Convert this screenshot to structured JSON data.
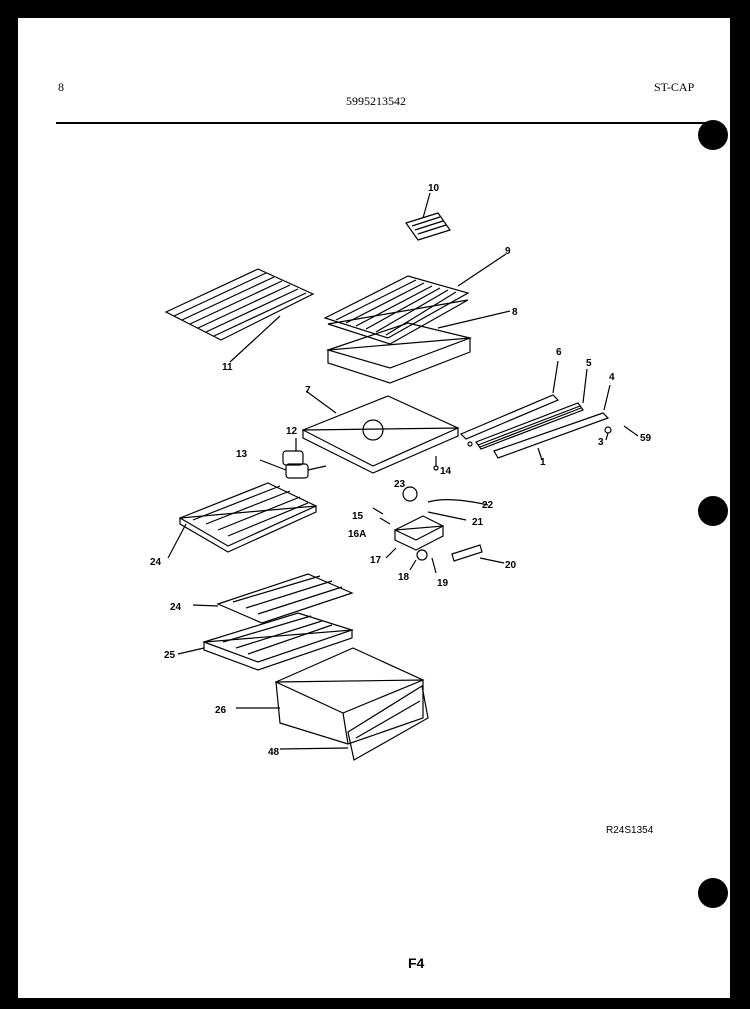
{
  "header": {
    "page_num": "8",
    "part_number": "5995213542",
    "model_code": "ST-CAP"
  },
  "footer": {
    "diagram_code": "R24S1354",
    "figure": "F4"
  },
  "callouts": [
    "10",
    "9",
    "11",
    "8",
    "7",
    "6",
    "5",
    "4",
    "3",
    "59",
    "1",
    "12",
    "13",
    "14",
    "23",
    "22",
    "15",
    "16A",
    "21",
    "17",
    "18",
    "19",
    "20",
    "24",
    "24",
    "25",
    "26",
    "48"
  ]
}
